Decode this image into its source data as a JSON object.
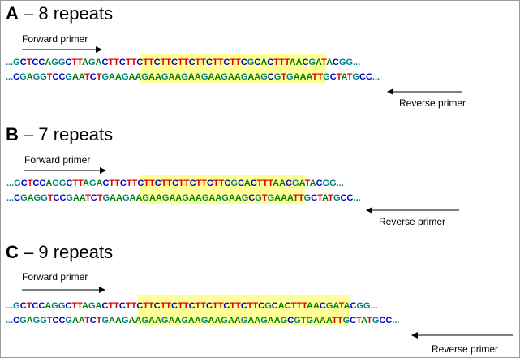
{
  "colors": {
    "A": "#008000",
    "C": "#0000cc",
    "G": "#008080",
    "T": "#e00000",
    "highlight": "#ffff99",
    "border": "#999999"
  },
  "forward_primer_label": "Forward primer",
  "reverse_primer_label": "Reverse primer",
  "dots": "...",
  "panels": [
    {
      "letter": "A",
      "title_rest": " – 8 repeats",
      "top": "GCTCCAGGCTTAGACTTCTTCTTCTTCTTCTTCTTCTTCGCACTTTAACGATACGG",
      "bottom": "CGAGGTCCGAATCTGAAGAAGAAGAAGAAGAAGAAGAAGCGTGAAATTGCTATGCC"
    },
    {
      "letter": "B",
      "title_rest": " – 7 repeats",
      "top": "GCTCCAGGCTTAGACTTCTTCTTCTTCTTCTTCTTCGCACTTTAACGATACGG",
      "bottom": "CGAGGTCCGAATCTGAAGAAGAAGAAGAAGAAGAAGCGTGAAATTGCTATGCC"
    },
    {
      "letter": "C",
      "title_rest": " – 9 repeats",
      "top": "GCTCCAGGCTTAGACTTCTTCTTCTTCTTCTTCTTCTTCTTCGCACTTTAACGATACGG",
      "bottom": "CGAGGTCCGAATCTGAAGAAGAAGAAGAAGAAGAAGAAGAAGCGTGAAATTGCTATGCC"
    }
  ]
}
